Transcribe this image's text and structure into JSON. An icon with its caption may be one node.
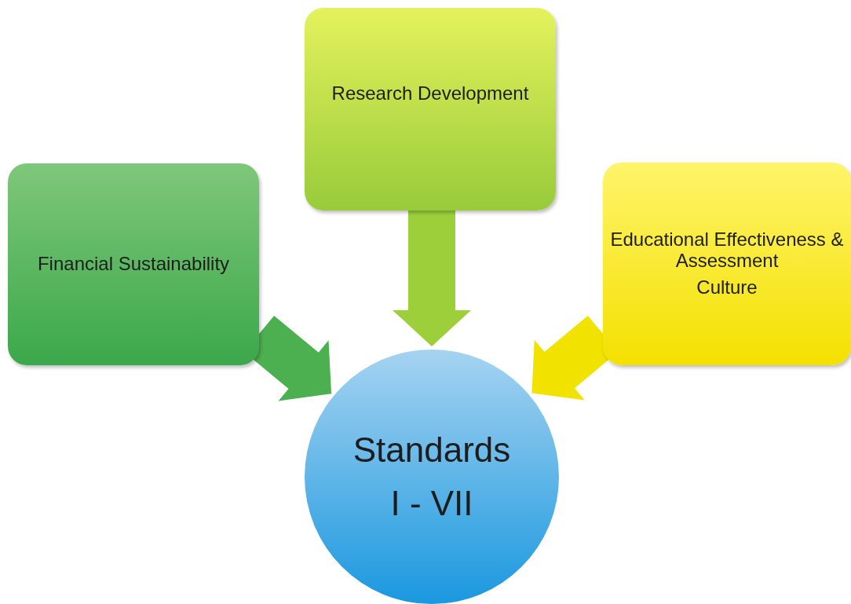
{
  "diagram": {
    "nodes": [
      {
        "text": [
          "Research Development"
        ]
      },
      {
        "text": [
          "Financial Sustainability"
        ]
      },
      {
        "text": [
          "Educational Effectiveness & Assessment",
          "Culture"
        ]
      },
      {
        "text": [
          "Standards",
          "I - VII"
        ]
      }
    ],
    "edges": [
      {
        "from": 0,
        "to": 3,
        "arrow": "to",
        "style": "thick",
        "color": "#9ccf3a"
      },
      {
        "from": 1,
        "to": 3,
        "arrow": "to",
        "style": "thick",
        "color": "#4cb050"
      },
      {
        "from": 2,
        "to": 3,
        "arrow": "to",
        "style": "thick",
        "color": "#f2e200"
      }
    ]
  }
}
